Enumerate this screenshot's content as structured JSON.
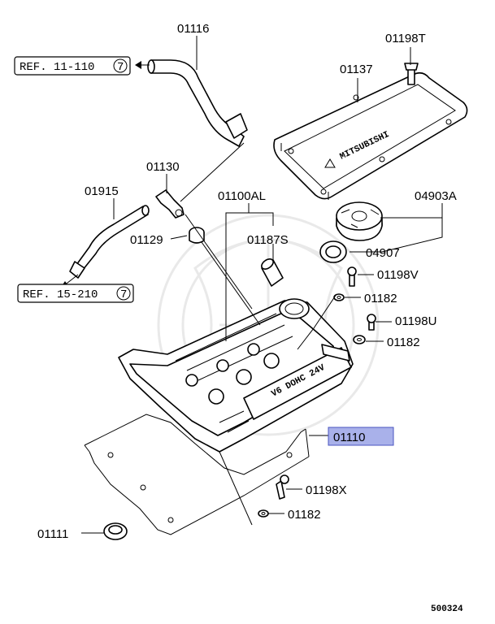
{
  "refs": {
    "ref1": "REF. 11-110",
    "ref1_circle": "7",
    "ref2": "REF. 15-210",
    "ref2_circle": "7"
  },
  "labels": {
    "p01116": "01116",
    "p01198T": "01198T",
    "p01137": "01137",
    "p01130": "01130",
    "p01915": "01915",
    "p01100AL": "01100AL",
    "p04903A": "04903A",
    "p01129": "01129",
    "p01187S": "01187S",
    "p04907": "04907",
    "p01198V": "01198V",
    "p01182a": "01182",
    "p01198U": "01198U",
    "p01182b": "01182",
    "p01110": "01110",
    "p01198X": "01198X",
    "p01182c": "01182",
    "p01111": "01111"
  },
  "stamped_text": {
    "brand": "MITSUBISHI",
    "engine": "V6 DOHC 24V"
  },
  "highlight": {
    "part": "01110",
    "color": "#a9b1ea"
  },
  "diagram_code": "500324"
}
